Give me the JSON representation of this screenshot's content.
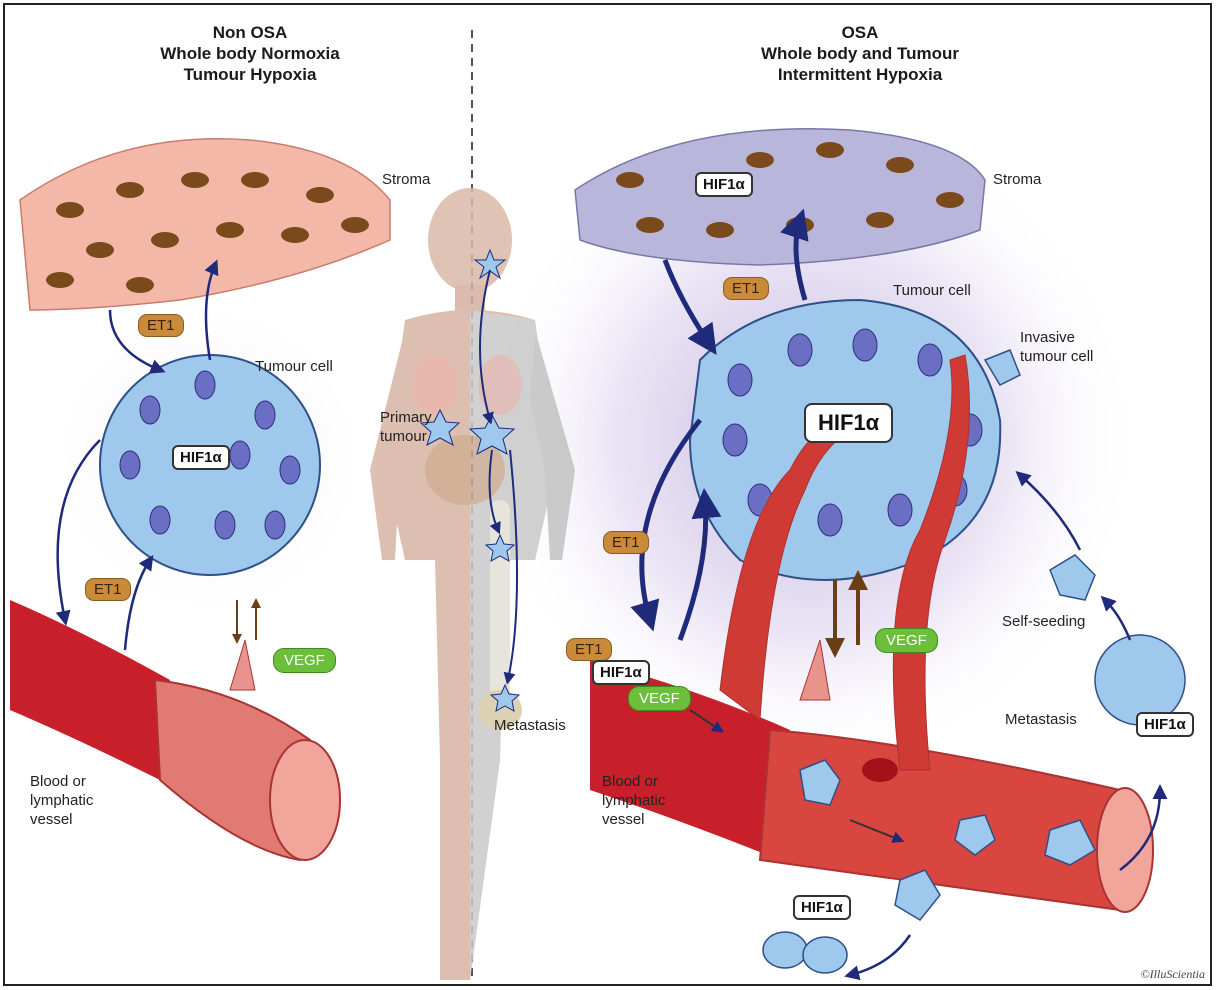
{
  "left_panel": {
    "heading": "Non OSA\nWhole body Normoxia\nTumour Hypoxia",
    "stroma_label": "Stroma",
    "tumour_cell_label": "Tumour cell",
    "vessel_label": "Blood or\nlymphatic\nvessel",
    "et1_top": "ET1",
    "et1_bottom": "ET1",
    "hif_label": "HIF1α",
    "vegf_label": "VEGF"
  },
  "center_panel": {
    "primary_tumour_label": "Primary\ntumour",
    "metastasis_label": "Metastasis"
  },
  "right_panel": {
    "heading": "OSA\nWhole body and Tumour\nIntermittent Hypoxia",
    "stroma_label": "Stroma",
    "tumour_cell_label": "Tumour cell",
    "invasive_label": "Invasive\ntumour cell",
    "self_seeding_label": "Self-seeding",
    "metastasis_label": "Metastasis",
    "vessel_label": "Blood or\nlymphatic\nvessel",
    "et1_top": "ET1",
    "et1_mid": "ET1",
    "et1_vessel": "ET1",
    "hif_stroma": "HIF1α",
    "hif_tumour": "HIF1α",
    "hif_vessel": "HIF1α",
    "hif_metastasis": "HIF1α",
    "hif_bottom": "HIF1α",
    "vegf_mid": "VEGF",
    "vegf_vessel": "VEGF"
  },
  "copyright": "©IlluScientia",
  "colors": {
    "stroma_left": "#f3b8a8",
    "stroma_right": "#b9b6dc",
    "tumour": "#9ec8ec",
    "nucleus": "#6b6fc4",
    "vessel": "#c8202a",
    "et1": "#c98a3a",
    "vegf": "#6cbf3a",
    "arrow": "#1f2a7a"
  }
}
